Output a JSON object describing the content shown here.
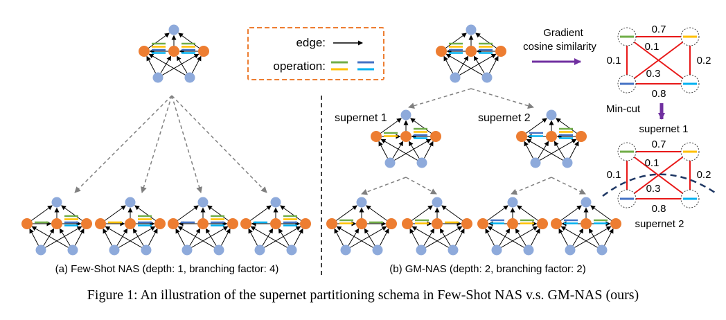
{
  "legend": {
    "edge_label": "edge:",
    "operation_label": "operation:"
  },
  "arrows": {
    "gradient_label_line1": "Gradient",
    "gradient_label_line2": "cosine similarity",
    "mincut_label": "Min-cut"
  },
  "supernets": {
    "s1": "supernet 1",
    "s2": "supernet 2",
    "right_s1": "supernet 1",
    "right_s2": "supernet 2"
  },
  "similarity_graph": {
    "top": "0.7",
    "diag_a": "0.1",
    "left": "0.1",
    "right": "0.2",
    "diag_b": "0.3",
    "bottom": "0.8"
  },
  "cut_graph": {
    "top": "0.7",
    "diag_a": "0.1",
    "left": "0.1",
    "right": "0.2",
    "diag_b": "0.3",
    "bottom": "0.8"
  },
  "captions": {
    "a": "(a) Few-Shot NAS (depth: 1, branching factor: 4)",
    "b": "(b) GM-NAS (depth: 2, branching factor: 2)",
    "figure": "Figure 1: An illustration of the supernet partitioning schema in Few-Shot NAS v.s. GM-NAS (ours)"
  },
  "colors": {
    "node_blue": "#8eaadb",
    "node_orange": "#ed7d31",
    "op_green": "#70ad47",
    "op_yellow": "#ffc000",
    "op_blue": "#4472c4",
    "op_cyan": "#00b0f0",
    "legend_border": "#ed7d31",
    "purple_arrow": "#7030a0",
    "graph_red": "#e81818",
    "cut_line": "#1f3864"
  }
}
